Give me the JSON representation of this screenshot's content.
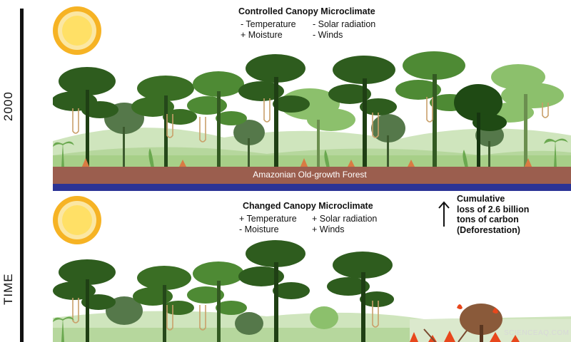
{
  "axis": {
    "year_label": "2000",
    "time_label": "TIME"
  },
  "panel_top": {
    "title": "Controlled Canopy Microclimate",
    "factors": [
      "- Temperature",
      "+ Moisture",
      "- Solar radiation",
      "- Winds"
    ],
    "forest_label": "Amazonian Old-growth Forest"
  },
  "panel_bottom": {
    "title": "Changed Canopy Microclimate",
    "factors": [
      "+ Temperature",
      "- Moisture",
      "+ Solar radiation",
      "+ Winds"
    ]
  },
  "carbon_note": {
    "lines": [
      "Cumulative",
      "loss of 2.6 billion",
      "tons of carbon",
      "(Deforestation)"
    ]
  },
  "watermark": "SCIENCEAQ.COM",
  "colors": {
    "soil": "#9b5e4e",
    "water_band": "#2b3395",
    "sun_outer": "#f6b324",
    "sun_inner": "#fbe7a3",
    "tree_dark": "#2e5c1e",
    "tree_mid": "#3f7a2a",
    "tree_light": "#6aa84f",
    "tree_pale": "#8cc06c",
    "fire": "#e8471c"
  }
}
